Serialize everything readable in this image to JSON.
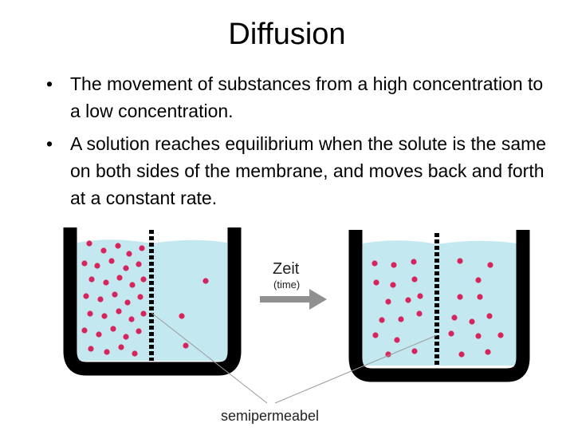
{
  "slide": {
    "title": "Diffusion",
    "bullets": [
      "The movement of substances from a high concentration to a low concentration.",
      "A solution reaches equilibrium when the solute is the same on both sides of the membrane, and moves back and forth at a constant rate."
    ]
  },
  "diagram": {
    "arrow_label": "Zeit",
    "arrow_sublabel": "(time)",
    "membrane_label": "semipermeabel",
    "colors": {
      "water": "#c4e8f0",
      "particle": "#d6255c",
      "container": "#000000",
      "arrow": "#909090"
    }
  }
}
